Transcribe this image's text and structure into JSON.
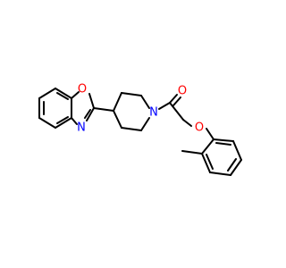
{
  "colors": {
    "bond": "#000000",
    "oxygen": "#ff0000",
    "nitrogen": "#0000ff",
    "background": "#ffffff"
  },
  "atoms": {
    "oxazole_oxygen": {
      "symbol": "O",
      "color": "#ff0000"
    },
    "oxazole_nitrogen": {
      "symbol": "N",
      "color": "#0000ff"
    },
    "piperidine_nitrogen": {
      "symbol": "N",
      "color": "#0000ff"
    },
    "carbonyl_oxygen": {
      "symbol": "O",
      "color": "#ff0000"
    },
    "ether_oxygen": {
      "symbol": "O",
      "color": "#ff0000"
    }
  }
}
